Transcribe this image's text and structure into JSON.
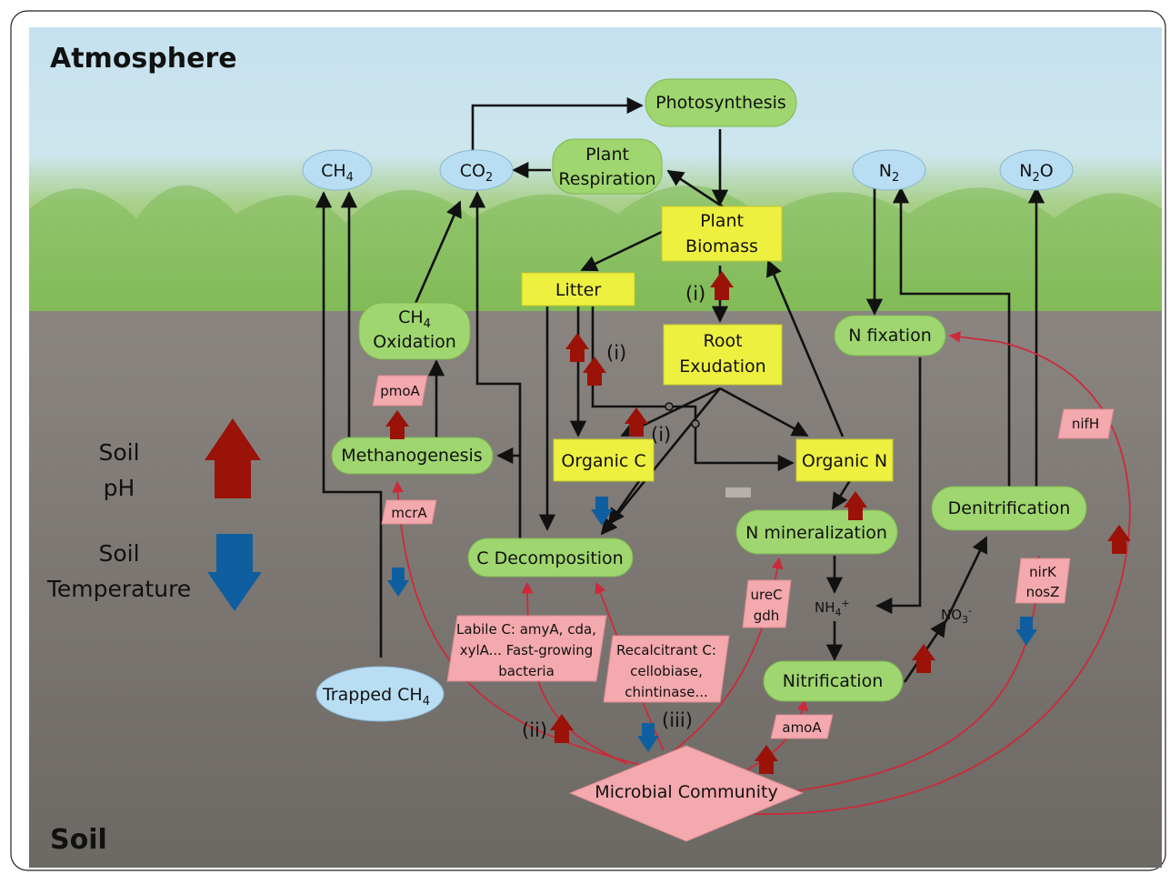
{
  "regions": {
    "atmosphere": "Atmosphere",
    "soil": "Soil"
  },
  "gases": {
    "ch4": [
      "CH",
      "4"
    ],
    "co2": [
      "CO",
      "2"
    ],
    "n2": [
      "N",
      "2"
    ],
    "n2o": [
      "N",
      "2",
      "O"
    ],
    "trapped_ch4": [
      "Trapped CH",
      "4"
    ]
  },
  "processes": {
    "photosynthesis": "Photosynthesis",
    "plant_respiration": [
      "Plant",
      "Respiration"
    ],
    "ch4_oxidation": [
      "CH",
      "4",
      "Oxidation"
    ],
    "methanogenesis": "Methanogenesis",
    "c_decomposition": "C Decomposition",
    "n_fixation": "N fixation",
    "n_mineralization": "N  mineralization",
    "denitrification": "Denitrification",
    "nitrification": "Nitrification"
  },
  "pools": {
    "plant_biomass": [
      "Plant",
      "Biomass"
    ],
    "litter": "Litter",
    "root_exudation": [
      "Root",
      "Exudation"
    ],
    "organic_c": "Organic C",
    "organic_n": "Organic N"
  },
  "ions": {
    "nh4": [
      "NH",
      "4",
      "+"
    ],
    "no3": [
      "NO",
      "3",
      "-"
    ]
  },
  "genes": {
    "pmoa": "pmoA",
    "mcra": "mcrA",
    "nifh": "nifH",
    "urec_gdh": [
      "ureC",
      "gdh"
    ],
    "nirk_nosz": [
      "nirK",
      "nosZ"
    ],
    "amoa": "amoA",
    "labile_c": [
      "Labile C: amyA, cda,",
      "xylA... Fast-growing",
      "bacteria"
    ],
    "recalcitrant_c": [
      "Recalcitrant C:",
      "cellobiase,",
      "chintinase..."
    ]
  },
  "markers": {
    "i": "(i)",
    "ii": "(ii)",
    "iii": "(iii)"
  },
  "community": "Microbial Community",
  "legend": {
    "ph": [
      "Soil",
      "pH"
    ],
    "temp": [
      "Soil",
      "Temperature"
    ]
  },
  "colors": {
    "ph_arrow": "#9b1208",
    "temp_arrow": "#0f5fa0",
    "process_fill": "#9fd66f",
    "pool_fill": "#eef03f",
    "gas_fill": "#b9def3",
    "gene_fill": "#f3a9ad",
    "microbe_link": "#cc2a38"
  }
}
